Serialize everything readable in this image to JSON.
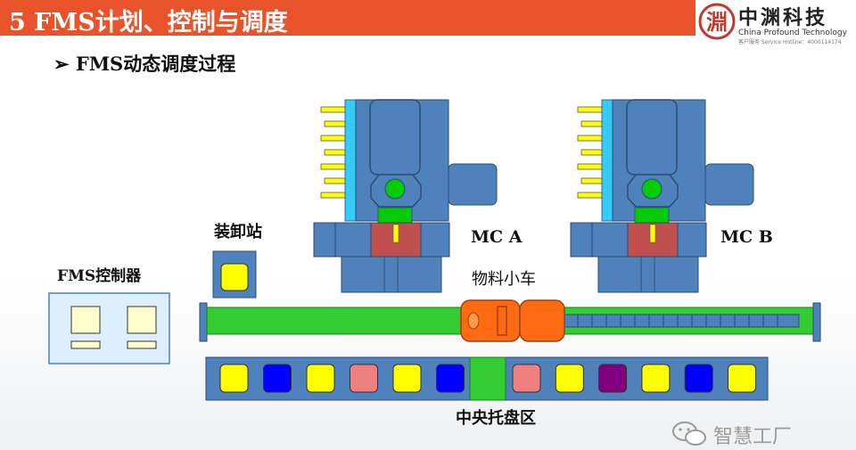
{
  "header": {
    "title": "5  FMS计划、控制与调度"
  },
  "logo": {
    "mark": "淵",
    "name": "中渊科技",
    "english": "China Profound Technology",
    "hotline": "客户服务 Service Hotline：4000114174"
  },
  "subheading": "➢ FMS动态调度过程",
  "labels": {
    "controller": "FMS控制器",
    "loading_station": "装卸站",
    "mc_a": "MC A",
    "mc_b": "MC B",
    "cart": "物料小车",
    "pallet_area": "中央托盘区"
  },
  "pallet_slots": [
    {
      "color": "#ffff00"
    },
    {
      "color": "#0000ff"
    },
    {
      "color": "#ffff00"
    },
    {
      "color": "#f08080"
    },
    {
      "color": "#ffff00"
    },
    {
      "color": "#0000ff"
    },
    {
      "color": "#f08080"
    },
    {
      "color": "#ffff00"
    },
    {
      "color": "#800080"
    },
    {
      "color": "#ffff00"
    },
    {
      "color": "#0000ff"
    },
    {
      "color": "#ffff00"
    }
  ],
  "colors": {
    "header": "#e8532b",
    "machine_blue": "#4f81bd",
    "rail_green": "#33cc33",
    "cart_orange": "#ff6a13",
    "pallet_yellow": "#ffff00",
    "controller_bg": "#ddeeff",
    "spindle_red": "#c0504d",
    "coolant_cyan": "#33ccff"
  },
  "watermark": {
    "text": "智慧工厂"
  }
}
